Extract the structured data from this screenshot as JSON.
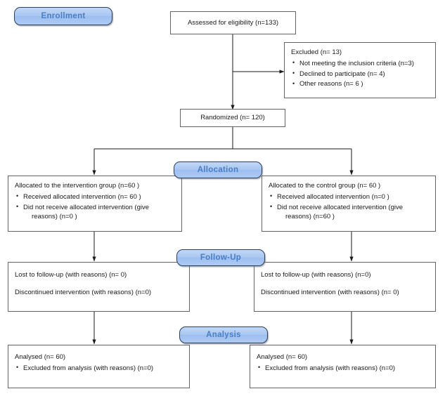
{
  "diagram": {
    "title": "CONSORT participant flow diagram",
    "accent_blue_fill": "#a8c6f0",
    "accent_blue_text": "#4a7ec4",
    "accent_blue_border": "#2b3f63",
    "box_border": "#636363",
    "text_color": "#1a1a1a",
    "background": "#ffffff"
  },
  "stages": {
    "enrollment": "Enrollment",
    "allocation": "Allocation",
    "followup": "Follow-Up",
    "analysis": "Analysis"
  },
  "nodes": {
    "assessed": {
      "text": "Assessed for eligibility (n=133)"
    },
    "excluded": {
      "heading": "Excluded (n= 13)",
      "items": [
        "Not meeting the inclusion criteria (n=3)",
        "Declined  to participate  (n= 4)",
        "Other reasons (n= 6 )"
      ]
    },
    "randomized": {
      "text": "Randomized (n= 120)"
    },
    "allocated_intervention": {
      "heading": "Allocated to the intervention  group (n=60  )",
      "items": [
        "Received  allocated intervention  (n= 60 )",
        "Did not receive allocated intervention  (give"
      ],
      "continuation": "reasons) (n=0  )"
    },
    "allocated_control": {
      "heading": "Allocated to the control group (n= 60 )",
      "items": [
        "Received  allocated intervention  (n=0   )",
        "Did not receive allocated intervention  (give"
      ],
      "continuation": "reasons) (n=60  )"
    },
    "followup_intervention": {
      "line1": "Lost to follow-up  (with reasons)  (n= 0)",
      "line2": "Discontinued  intervention  (with reasons) (n=0)"
    },
    "followup_control": {
      "line1": "Lost to follow-up  (with reasons)  (n=0)",
      "line2": "Discontinued  intervention  (with reasons)  (n= 0)"
    },
    "analysis_intervention": {
      "heading": "Analysed (n= 60)",
      "items": [
        "Excluded from analysis (with reasons)  (n=0)"
      ]
    },
    "analysis_control": {
      "heading": "Analysed (n= 60)",
      "items": [
        "Excluded from  analysis (with reasons)  (n=0)"
      ]
    }
  }
}
